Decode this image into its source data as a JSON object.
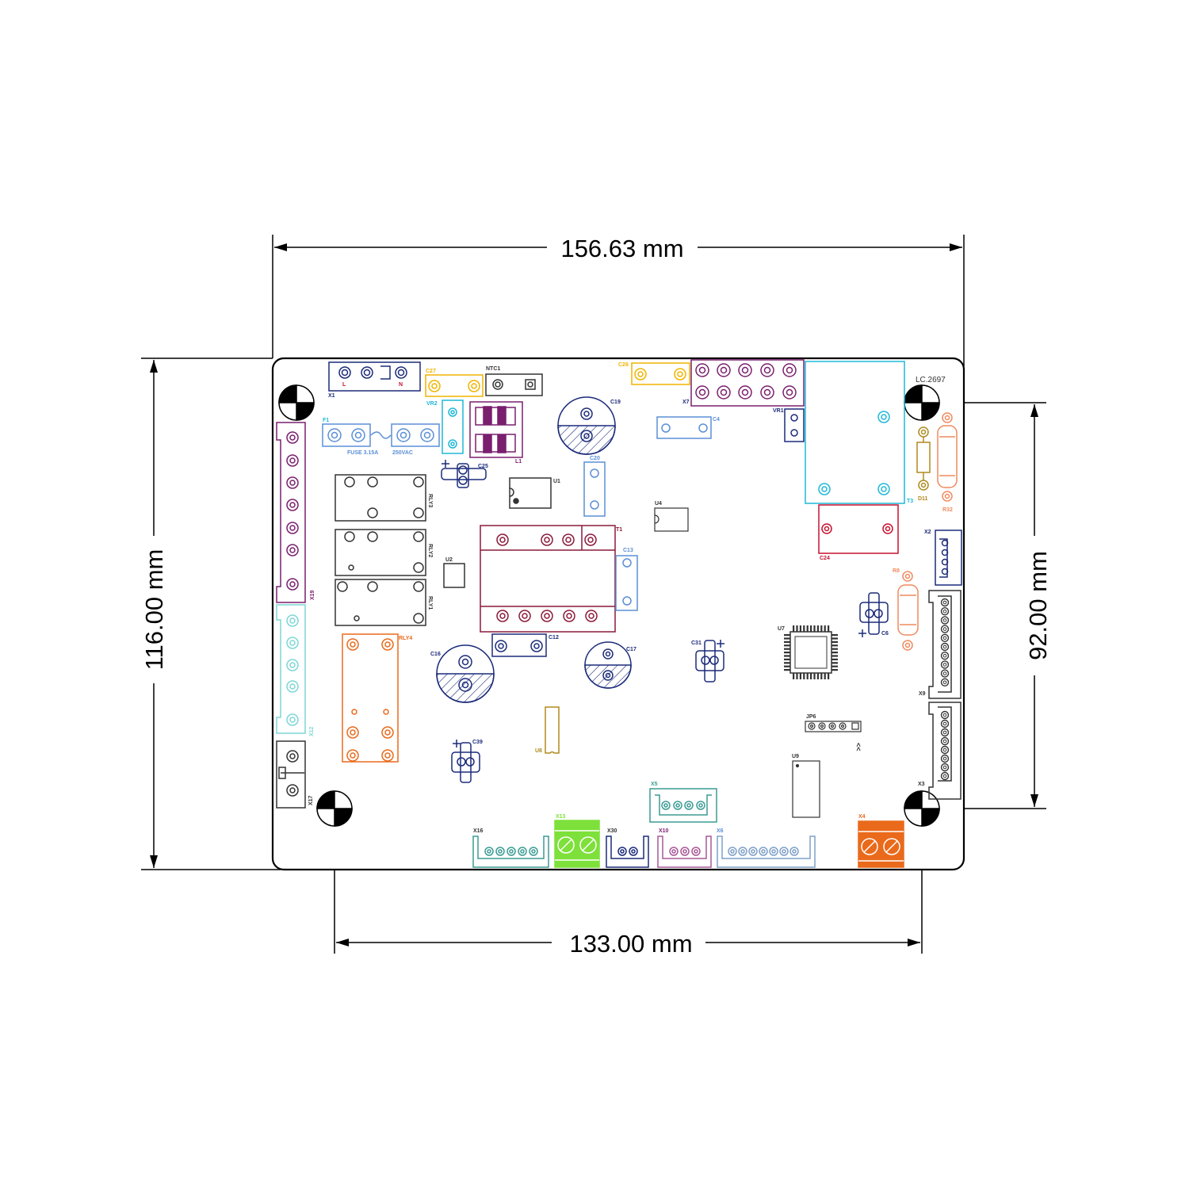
{
  "dimensions": {
    "width": "156.63 mm",
    "height": "116.00 mm",
    "hole_pitch_x": "133.00 mm",
    "hole_pitch_y": "92.00 mm"
  },
  "board": {
    "code": "LC.2697",
    "outline_color": "#000000",
    "labels": {
      "x1": "X1",
      "x1_l": "L",
      "x1_n": "N",
      "c27": "C27",
      "ntc1": "NTC1",
      "c26": "C26",
      "x7": "X7",
      "vr1": "VR1",
      "t3": "T3",
      "vr2": "VR2",
      "l1": "L1",
      "c19": "C19",
      "c4": "C4",
      "f1": "F1",
      "fuse": "FUSE 3.15A",
      "fuse_v": "250VAC",
      "x19": "X19",
      "c25": "C25",
      "u1": "U1",
      "c20": "C20",
      "rly3": "RLY3",
      "rly2": "RLY2",
      "rly1": "RLY1",
      "u2": "U2",
      "u4": "U4",
      "t1": "T1",
      "c13": "C13",
      "d11": "D11",
      "r32": "R32",
      "c24": "C24",
      "x2": "X2",
      "r8": "R8",
      "c6": "C6",
      "c12": "C12",
      "c31": "C31",
      "u7": "U7",
      "x9": "X9",
      "rly4": "RLY4",
      "c16": "C16",
      "c17": "C17",
      "x12": "X12",
      "u8": "U8",
      "c39": "C39",
      "jp6": "JP6",
      "jp6_mark": "<<",
      "u9": "U9",
      "x3": "X3",
      "x17": "X17",
      "x5": "X5",
      "x4": "X4",
      "x16": "X16",
      "x13": "X13",
      "x30": "X30",
      "x10": "X10",
      "x6": "X6"
    }
  },
  "colors": {
    "navy": "#1c2b7a",
    "purple": "#7a1f6e",
    "yellow": "#f0b400",
    "cyan": "#1fb8d6",
    "maroon": "#8a1a3a",
    "blue": "#5b8fd6",
    "red": "#c8102e",
    "orange": "#ea6a1b",
    "green": "#7ee03a",
    "teal": "#3c9c94",
    "gold": "#b08a1e",
    "salmon": "#ef8a5e",
    "gray": "#333333",
    "lightcyan": "#7fd6d6"
  }
}
